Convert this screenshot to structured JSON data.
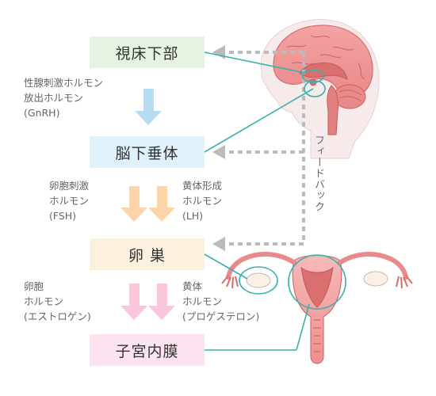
{
  "nodes": {
    "hypothalamus": "視床下部",
    "pituitary": "脳下垂体",
    "ovary": "卵 巣",
    "endometrium": "子宮内膜"
  },
  "labels": {
    "gnrh": [
      "性腺刺激ホルモン",
      "放出ホルモン",
      "(GnRH)"
    ],
    "fsh": [
      "卵胞刺激",
      "ホルモン",
      "(FSH)"
    ],
    "lh": [
      "黄体形成",
      "ホルモン",
      "(LH)"
    ],
    "estrogen": [
      "卵胞",
      "ホルモン",
      "(エストロゲン)"
    ],
    "progesterone": [
      "黄体",
      "ホルモン",
      "(プロゲステロン)"
    ],
    "feedback": "フィードバック"
  },
  "colors": {
    "hypothalamus_box": "#e6f3e3",
    "pituitary_box": "#dff1fb",
    "ovary_box": "#fdf0df",
    "endometrium_box": "#fbe4ef",
    "arrow_blue": "#b5dcf3",
    "arrow_orange": "#fcd4a8",
    "arrow_pink": "#f9c6dc",
    "feedback_dash": "#bbbbbb",
    "leader_teal": "#38b3ac"
  }
}
